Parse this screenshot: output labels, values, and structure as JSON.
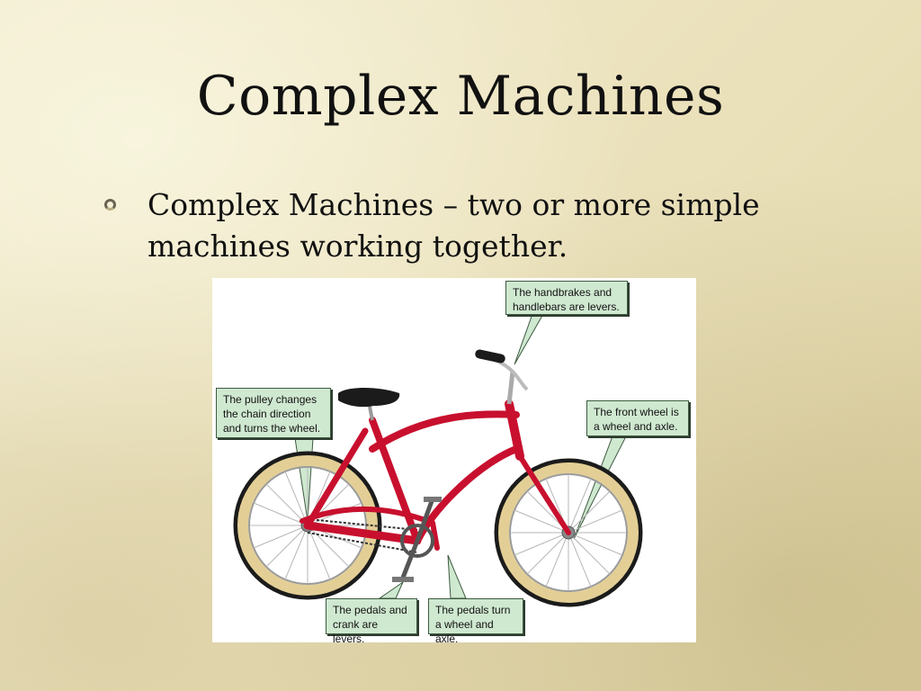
{
  "slide": {
    "title": "Complex Machines",
    "bullet_text": "Complex Machines – two or more simple machines working together."
  },
  "figure": {
    "callouts": {
      "handbrakes": "The handbrakes and\nhandlebars are levers.",
      "pulley": "The pulley changes\nthe chain direction\nand turns the wheel.",
      "front_wheel": "The front wheel is\na wheel and axle.",
      "pedals_crank": "The pedals and\ncrank are levers.",
      "pedals_turn": "The pedals turn\na wheel and axle."
    }
  },
  "colors": {
    "frame_red": "#c8102e",
    "tire_cream": "#e3cf96",
    "callout_fill": "#cfe8d0"
  }
}
